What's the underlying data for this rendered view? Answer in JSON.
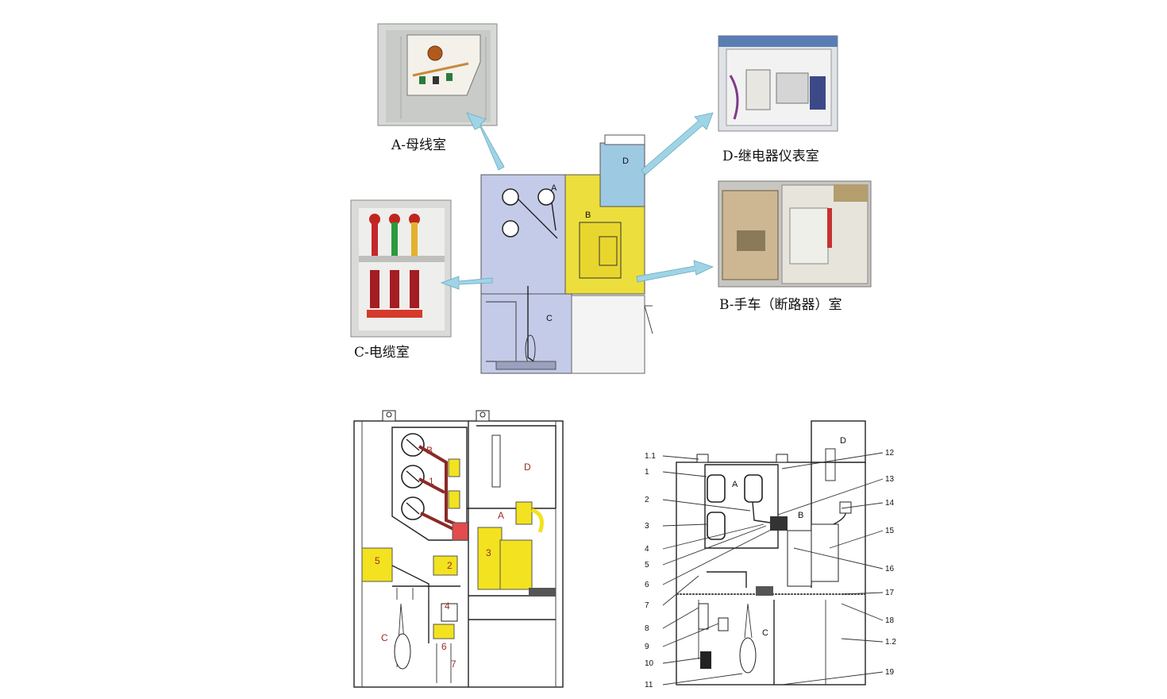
{
  "captions": {
    "busbar_room": "A-母线室",
    "relay_room": "D-继电器仪表室",
    "breaker_room": "B-手车（断路器）室",
    "cable_room": "C-电缆室"
  },
  "top_cabinet_labels": {
    "a": "A",
    "b": "B",
    "c": "C",
    "d": "D"
  },
  "left_diagram_labels": {
    "compartments": [
      "B",
      "D",
      "A",
      "C"
    ],
    "numbers": [
      "1",
      "2",
      "3",
      "4",
      "5",
      "6",
      "7"
    ]
  },
  "right_diagram_labels": {
    "compartments": [
      "A",
      "B",
      "C",
      "D"
    ],
    "left_callouts": [
      "1.1",
      "1",
      "2",
      "3",
      "4",
      "5",
      "6",
      "7",
      "8",
      "9",
      "10",
      "11"
    ],
    "right_callouts": [
      "12",
      "13",
      "14",
      "15",
      "16",
      "17",
      "18",
      "1.2",
      "19"
    ]
  },
  "colors": {
    "cable_room_tint": "#c4cbe9",
    "breaker_room_tint": "#ecde3c",
    "relay_room_tint": "#9ec9e3",
    "arrow": "#9fd4e6",
    "component_yellow": "#f3e21f",
    "busbar_red": "#8b2a26"
  }
}
